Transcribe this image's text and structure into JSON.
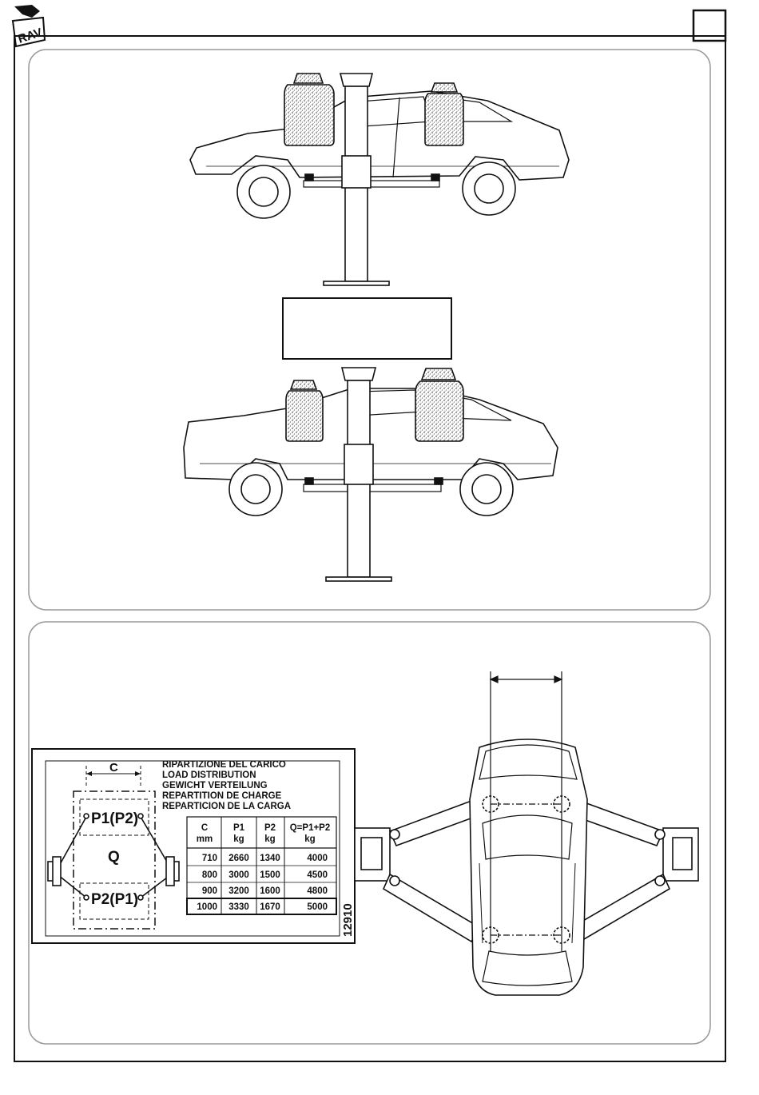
{
  "header": {
    "logo_text": "RAV",
    "page_box_text": ""
  },
  "diagram_top": {
    "caption_box_text": ""
  },
  "load_distribution": {
    "titles": [
      "RIPARTIZIONE DEL CARICO",
      "LOAD DISTRIBUTION",
      "GEWICHT VERTEILUNG",
      "REPARTITION DE CHARGE",
      "REPARTICION DE LA CARGA"
    ],
    "dimension_label": "C",
    "point_label_top": "P1(P2)",
    "point_label_bottom": "P2(P1)",
    "center_label": "Q",
    "figure_number": "12910",
    "table": {
      "headers": [
        [
          "C",
          "mm"
        ],
        [
          "P1",
          "kg"
        ],
        [
          "P2",
          "kg"
        ],
        [
          "Q=P1+P2",
          "kg"
        ]
      ],
      "rows": [
        [
          "710",
          "2660",
          "1340",
          "4000"
        ],
        [
          "800",
          "3000",
          "1500",
          "4500"
        ],
        [
          "900",
          "3200",
          "1600",
          "4800"
        ],
        [
          "1000",
          "3330",
          "1670",
          "5000"
        ]
      ]
    }
  },
  "colors": {
    "ink": "#111111",
    "frame": "#999999",
    "paper": "#ffffff",
    "weight_fill": "#d8d8d8"
  }
}
